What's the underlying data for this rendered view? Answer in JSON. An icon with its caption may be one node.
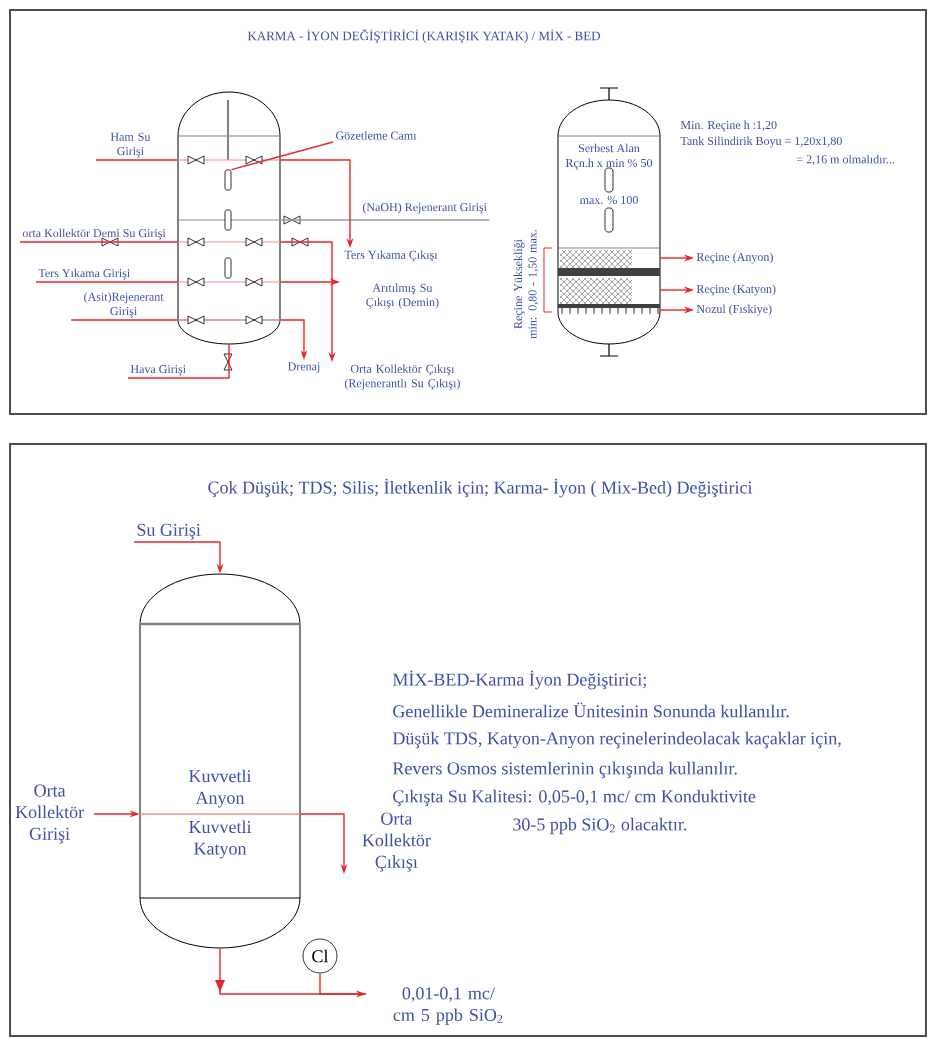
{
  "diagram": {
    "nodes": [
      {
        "text": [],
        "shape": "cylinder"
      },
      {
        "text": [],
        "shape": "box",
        "in": 0
      },
      {
        "text": [
          "Ham Su Girişi"
        ]
      },
      {
        "text": [
          "Gözetleme Camı"
        ]
      },
      {
        "text": [
          "(NaOH) Rejenerant Girişi"
        ]
      },
      {
        "text": [
          "orta Kollektör Demi Su Girişi"
        ]
      },
      {
        "text": [
          "Ters Yıkama Çıkışı"
        ]
      },
      {
        "text": [
          "Ters Yıkama Girişi"
        ]
      },
      {
        "text": [
          "Arıtılmış Su Çıkışı (Demin)"
        ]
      },
      {
        "text": [
          "(Asit)Rejenerant Girişi"
        ]
      },
      {
        "text": [
          "Hava Girişi"
        ]
      },
      {
        "text": [
          "Drenaj"
        ]
      },
      {
        "text": [
          "Orta Kollektör Çıkışı (Rejenerantlı Su Çıkışı)"
        ]
      },
      {
        "text": [
          "Serbest Alan",
          "Rçn.h x min % 50",
          "max. % 100"
        ]
      },
      {
        "text": [
          "Reçine (Anyon)"
        ]
      },
      {
        "text": [
          "Reçine (Katyon)"
        ]
      },
      {
        "text": [
          "Nozul (Fıskiye)"
        ]
      },
      {
        "text": [
          "Kuvvetli Anyon",
          "Kuvvetli Katyon"
        ]
      },
      {
        "text": [
          "Su Girişi"
        ]
      },
      {
        "text": [
          "Orta Kollektör Girişi"
        ]
      },
      {
        "text": [
          "Orta Kollektör Çıkışı"
        ]
      },
      {
        "text": [
          "Cl"
        ]
      },
      {
        "text": [
          "0,01-0,1 mc/ cm 5 ppb SiO$_{2}$"
        ]
      }
    ],
    "edges": [
      {
        "from": 2,
        "to": 0,
        "arrow": "none"
      },
      {
        "from": 3,
        "to": 1,
        "arrow": "none"
      },
      {
        "from": 4,
        "to": 0,
        "arrow": "none",
        "color": "#9a9a9a"
      },
      {
        "from": 5,
        "to": 0,
        "arrow": "none"
      },
      {
        "from": 0,
        "to": 6,
        "arrow": "to"
      },
      {
        "from": 7,
        "to": 0,
        "arrow": "none"
      },
      {
        "from": 0,
        "to": 8,
        "arrow": "to"
      },
      {
        "from": 9,
        "to": 0,
        "arrow": "none"
      },
      {
        "from": 10,
        "to": 0,
        "arrow": "none"
      },
      {
        "from": 0,
        "to": 11,
        "arrow": "to"
      },
      {
        "from": 0,
        "to": 12,
        "arrow": "to"
      },
      {
        "from": 13,
        "to": 14,
        "arrow": "to"
      },
      {
        "from": 13,
        "to": 15,
        "arrow": "to"
      },
      {
        "from": 13,
        "to": 16,
        "arrow": "to"
      },
      {
        "from": 18,
        "to": 17,
        "arrow": "to"
      },
      {
        "from": 19,
        "to": 17,
        "arrow": "to"
      },
      {
        "from": 17,
        "to": 20,
        "arrow": "to"
      },
      {
        "from": 17,
        "to": 22,
        "arrow": "to"
      },
      {
        "from": 21,
        "to": 22,
        "arrow": "none"
      }
    ],
    "labels": [
      "KARMA - İYON DEĞİŞTİRİCİ (KARIŞIK YATAK) / MİX - BED",
      "Min. Reçine h :1,20",
      "Tank Silindirik Boyu = 1,20x1,80",
      "= 2,16 m olmalıdır...",
      "Reçine Yüksekliği min: 0,80 - 1,50 max.",
      "Çok Düşük; TDS; Silis; İletkenlik için; Karma- İyon ( Mix-Bed) Değiştirici",
      "MİX-BED-Karma İyon Değiştirici;",
      "Genellikle Demineralize Ünitesinin Sonunda kullanılır.",
      "Düşük TDS, Katyon-Anyon reçinelerindeolacak kaçaklar için,",
      "Revers Osmos sistemlerinin çıkışında kullanılır.",
      "Çıkışta Su Kalitesi: 0,05-0,1 mc/ cm Konduktivite",
      "30-5 ppb SiO$_{2}$ olacaktır."
    ]
  }
}
